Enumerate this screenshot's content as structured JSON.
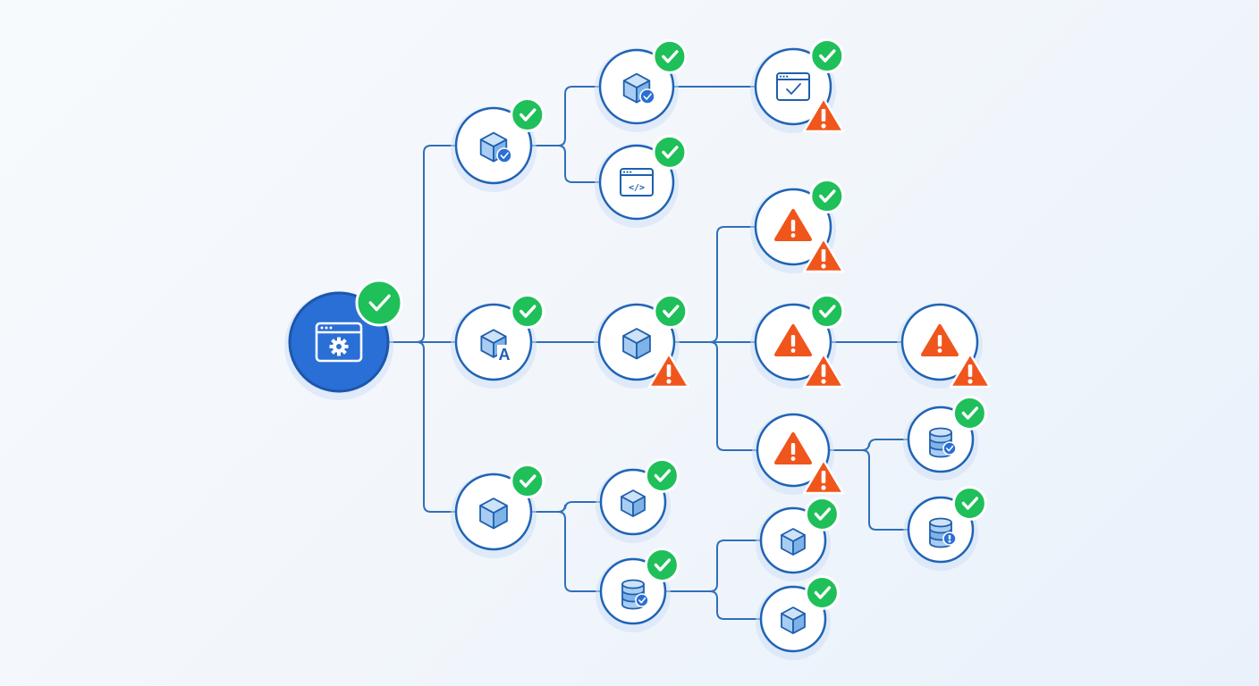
{
  "diagram": {
    "nodes": [
      {
        "id": "root",
        "icon": "app-settings-icon",
        "status": "ok"
      },
      {
        "id": "n1",
        "icon": "package-check-icon",
        "status": "ok"
      },
      {
        "id": "n1a",
        "icon": "package-check-icon",
        "status": "ok"
      },
      {
        "id": "n1a1",
        "icon": "window-check-icon",
        "status": "ok",
        "warning": true
      },
      {
        "id": "n1b",
        "icon": "window-code-icon",
        "status": "ok"
      },
      {
        "id": "n2",
        "icon": "package-text-icon",
        "status": "ok",
        "letter": "A"
      },
      {
        "id": "n2a",
        "icon": "package-icon",
        "status": "ok",
        "warning": true
      },
      {
        "id": "w1",
        "icon": "warning-icon",
        "status": "ok",
        "warning": true
      },
      {
        "id": "w2",
        "icon": "warning-icon",
        "status": "ok",
        "warning": true
      },
      {
        "id": "w2a",
        "icon": "warning-icon",
        "status": null,
        "warning": true
      },
      {
        "id": "w3",
        "icon": "warning-icon",
        "status": null,
        "warning": true
      },
      {
        "id": "d1",
        "icon": "database-check-icon",
        "status": "ok"
      },
      {
        "id": "d2",
        "icon": "database-alert-icon",
        "status": "ok"
      },
      {
        "id": "n3",
        "icon": "package-icon",
        "status": "ok"
      },
      {
        "id": "n3a",
        "icon": "package-icon",
        "status": "ok"
      },
      {
        "id": "n3b",
        "icon": "database-check-icon",
        "status": "ok"
      },
      {
        "id": "n3b1",
        "icon": "package-icon",
        "status": "ok"
      },
      {
        "id": "n3b2",
        "icon": "package-icon",
        "status": "ok"
      }
    ],
    "edges": [
      [
        "root",
        "n1"
      ],
      [
        "root",
        "n2"
      ],
      [
        "root",
        "n3"
      ],
      [
        "n1",
        "n1a"
      ],
      [
        "n1",
        "n1b"
      ],
      [
        "n1a",
        "n1a1"
      ],
      [
        "n2",
        "n2a"
      ],
      [
        "n2a",
        "w1"
      ],
      [
        "n2a",
        "w2"
      ],
      [
        "n2a",
        "w3"
      ],
      [
        "w2",
        "w2a"
      ],
      [
        "w3",
        "d1"
      ],
      [
        "w3",
        "d2"
      ],
      [
        "n3",
        "n3a"
      ],
      [
        "n3",
        "n3b"
      ],
      [
        "n3b",
        "n3b1"
      ],
      [
        "n3b",
        "n3b2"
      ]
    ],
    "colors": {
      "edge": "#2f6fba",
      "node_border": "#1f63b5",
      "root_fill": "#2a6fd6",
      "ok_badge": "#1fbf5a",
      "warning": "#f0551c"
    }
  }
}
